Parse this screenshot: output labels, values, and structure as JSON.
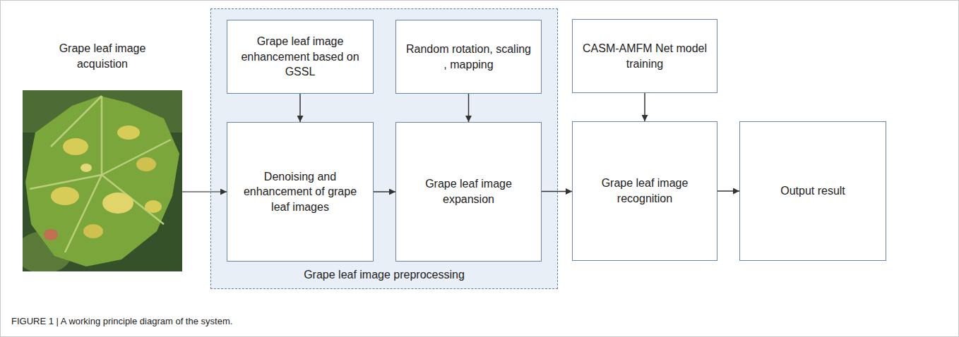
{
  "diagram": {
    "caption": "FIGURE 1 | A working principle diagram of the system.",
    "nodes": [
      {
        "text": [
          "Grape leaf image acquistion"
        ]
      },
      {
        "text": [
          "Grape leaf image preprocessing"
        ]
      },
      {
        "text": [
          "Grape leaf image enhancement based on GSSL"
        ],
        "in": 1
      },
      {
        "text": [
          "Random rotation, scaling , mapping"
        ],
        "in": 1
      },
      {
        "text": [
          "Denoising and enhancement of grape leaf images"
        ],
        "in": 1
      },
      {
        "text": [
          "Grape leaf image expansion"
        ],
        "in": 1
      },
      {
        "text": [
          "CASM-AMFM Net model training"
        ]
      },
      {
        "text": [
          "Grape leaf image recognition"
        ]
      },
      {
        "text": [
          "Output result"
        ]
      }
    ],
    "edges": [
      {
        "from": 0,
        "to": 4,
        "arrow": "to"
      },
      {
        "from": 2,
        "to": 4,
        "arrow": "to"
      },
      {
        "from": 4,
        "to": 5,
        "arrow": "to"
      },
      {
        "from": 3,
        "to": 5,
        "arrow": "to"
      },
      {
        "from": 5,
        "to": 7,
        "arrow": "to"
      },
      {
        "from": 6,
        "to": 7,
        "arrow": "to"
      },
      {
        "from": 7,
        "to": 8,
        "arrow": "to"
      }
    ]
  }
}
